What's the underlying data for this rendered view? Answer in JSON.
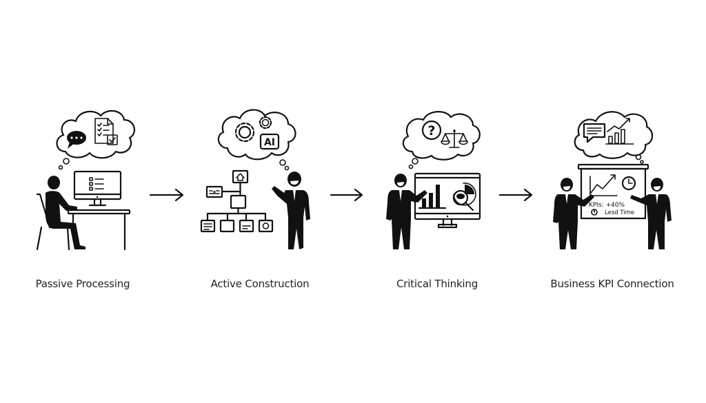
{
  "diagram": {
    "type": "process-flow",
    "stages": [
      {
        "label": "Passive Processing",
        "thought_icons": [
          "speech-bubble-icon",
          "checklist-document-icon"
        ]
      },
      {
        "label": "Active Construction",
        "thought_icons": [
          "gears-icon",
          "ai-badge-icon"
        ],
        "ai_badge_text": "AI"
      },
      {
        "label": "Critical Thinking",
        "thought_icons": [
          "question-mark-icon",
          "balance-scale-icon"
        ]
      },
      {
        "label": "Business KPI Connection",
        "thought_icons": [
          "message-icon",
          "growth-chart-icon"
        ],
        "board_text_kpi": "KPIs:  +40%",
        "board_text_time": "Lesd Time"
      }
    ],
    "arrows": [
      "arrow-right-icon",
      "arrow-right-icon",
      "arrow-right-icon"
    ]
  }
}
